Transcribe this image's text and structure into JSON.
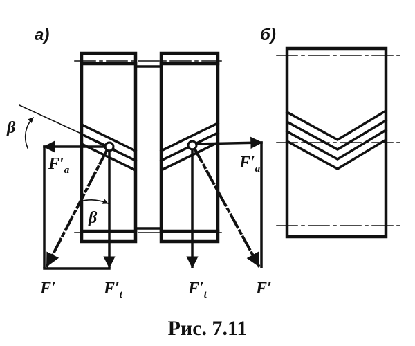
{
  "figure": {
    "panel_a": "а)",
    "panel_b": "б)",
    "labels": {
      "beta": "β",
      "F": "F",
      "prime": "′",
      "sub_a": "a",
      "sub_t": "t"
    },
    "caption": "Рис. 7.11"
  }
}
